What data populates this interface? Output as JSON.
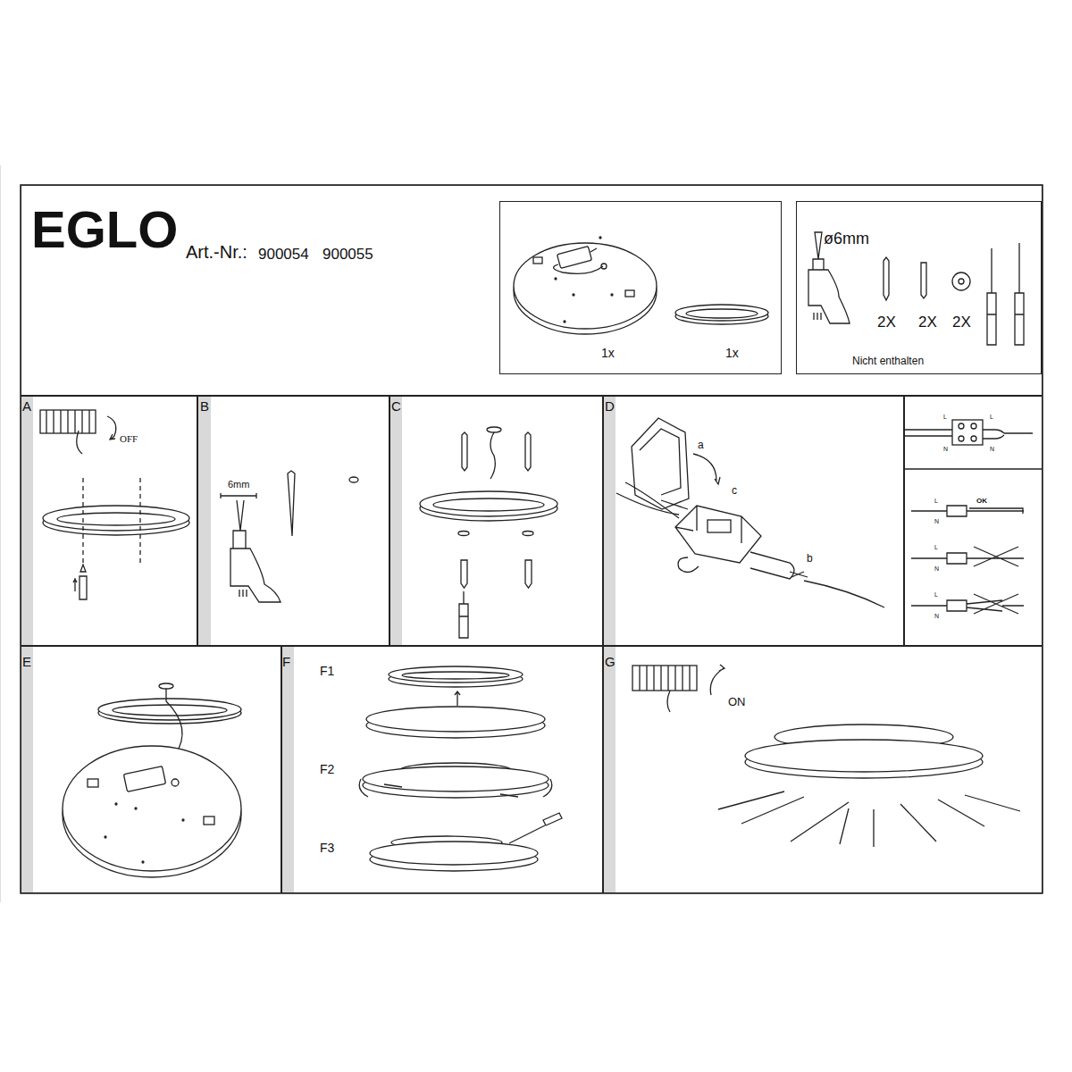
{
  "diagram": {
    "nodes": [
      {
        "text": [
          "EGLO",
          "Art.-Nr.:",
          "900054",
          "900055"
        ]
      },
      {
        "text": [
          "1x",
          "1x"
        ],
        "in": 0
      },
      {
        "text": [
          "ø6mm",
          "2X",
          "2X",
          "2X",
          "Nicht enthalten"
        ],
        "in": 0
      },
      {
        "text": [
          "A",
          "OFF"
        ]
      },
      {
        "text": [
          "B",
          "6mm"
        ]
      },
      {
        "text": [
          "C"
        ]
      },
      {
        "text": [
          "D",
          "a",
          "b",
          "c"
        ]
      },
      {
        "text": [
          "L",
          "L",
          "N",
          "N",
          "L",
          "OK",
          "N",
          "L",
          "N",
          "L",
          "N"
        ]
      },
      {
        "text": [
          "E"
        ]
      },
      {
        "text": [
          "F",
          "F1",
          "F2",
          "F3"
        ]
      },
      {
        "text": [
          "G",
          "ON"
        ]
      }
    ]
  }
}
